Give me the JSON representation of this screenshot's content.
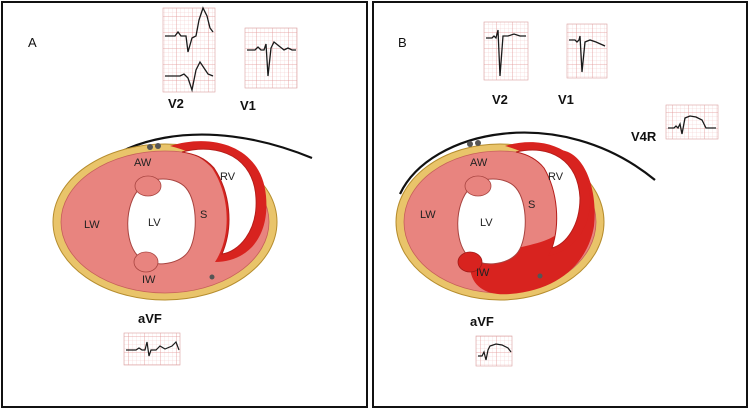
{
  "panels": [
    {
      "letter": "A",
      "leads": {
        "v2": "V2",
        "v1": "V1",
        "avf": "aVF"
      },
      "walls": {
        "aw": "AW",
        "lw": "LW",
        "lv": "LV",
        "s": "S",
        "iw": "IW",
        "rv": "RV"
      }
    },
    {
      "letter": "B",
      "leads": {
        "v2": "V2",
        "v1": "V1",
        "v4r": "V4R",
        "avf": "aVF"
      },
      "walls": {
        "aw": "AW",
        "lw": "LW",
        "lv": "LV",
        "s": "S",
        "iw": "IW",
        "rv": "RV"
      }
    }
  ],
  "colors": {
    "panel_border": "#111111",
    "fat": "#e9c46a",
    "myocardium": "#e8847f",
    "infarct": "#d8231f",
    "ecg_grid": "#e7a3a3",
    "ecg_trace": "#1a1a1a"
  }
}
